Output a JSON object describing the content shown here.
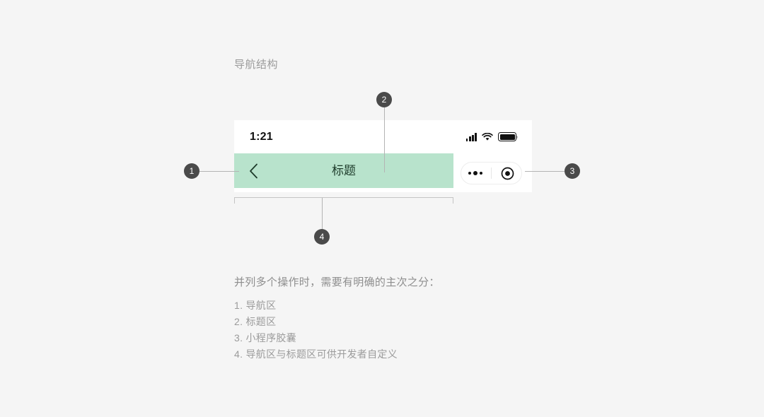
{
  "page": {
    "background_color": "#f5f5f5",
    "section_title": "导航结构"
  },
  "phone": {
    "status_bar": {
      "time": "1:21",
      "signal_icon": "signal-bars-icon",
      "wifi_icon": "wifi-icon",
      "battery_icon": "battery-full-icon"
    },
    "navbar": {
      "background_color": "#b8e3cc",
      "back_icon": "chevron-left-icon",
      "title": "标题",
      "title_color": "#1d3b2a"
    },
    "capsule": {
      "more_icon": "more-dots-icon",
      "target_icon": "target-circle-icon"
    }
  },
  "callouts": [
    {
      "number": "1",
      "target": "navigation-area"
    },
    {
      "number": "2",
      "target": "title-area"
    },
    {
      "number": "3",
      "target": "miniprogram-capsule"
    },
    {
      "number": "4",
      "target": "navbar-customizable"
    }
  ],
  "body": {
    "lede": "并列多个操作时，需要有明确的主次之分：",
    "notes": [
      "1. 导航区",
      "2. 标题区",
      "3. 小程序胶囊",
      "4. 导航区与标题区可供开发者自定义"
    ]
  }
}
